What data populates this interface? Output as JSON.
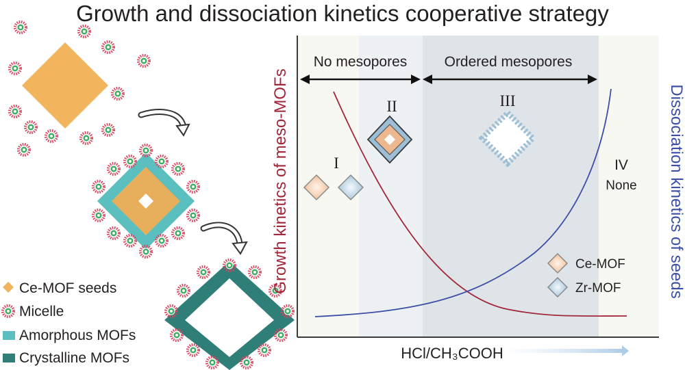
{
  "title": "Growth and dissociation kinetics cooperative strategy",
  "legend": {
    "items": [
      {
        "label": "Ce-MOF seeds",
        "color": "#F2B45C"
      },
      {
        "label": "Micelle",
        "color": "#D9435E"
      },
      {
        "label": "Amorphous MOFs",
        "color": "#5CBFBF"
      },
      {
        "label": "Crystalline MOFs",
        "color": "#2F7F78"
      }
    ]
  },
  "chart": {
    "y_left_label": "Growth kinetics of meso-MOFs",
    "y_right_label": "Dissociation kinetics of seeds",
    "x_label": "HCl/CH₃COOH",
    "region_arrows": {
      "no_mesopores": "No mesopores",
      "ordered_mesopores": "Ordered mesopores"
    },
    "regions": {
      "r1": "I",
      "r2": "II",
      "r3": "III",
      "r4": "IV",
      "r4_note": "None"
    },
    "legend": {
      "ce": "Ce-MOF",
      "zr": "Zr-MOF"
    },
    "colors": {
      "growth_curve": "#A0263A",
      "dissociation_curve": "#3C4FA6",
      "ce_mof": "#F2C9A8",
      "zr_mof": "#B9D3E3"
    }
  }
}
